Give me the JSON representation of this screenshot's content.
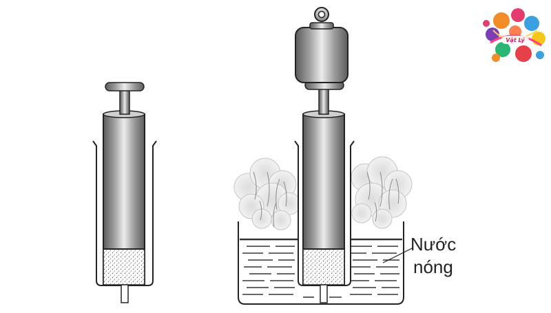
{
  "diagram": {
    "label": {
      "line1": "Nước",
      "line2": "nóng"
    },
    "logo": {
      "text": "Vật Lý",
      "icon": "colorful-yarn-logo-icon"
    },
    "colors": {
      "water_line": "#333333",
      "metal_dark": "#5a5a5a",
      "metal_light": "#e8e8e8",
      "steam": "#d9d9d9",
      "outline": "#222222"
    }
  }
}
